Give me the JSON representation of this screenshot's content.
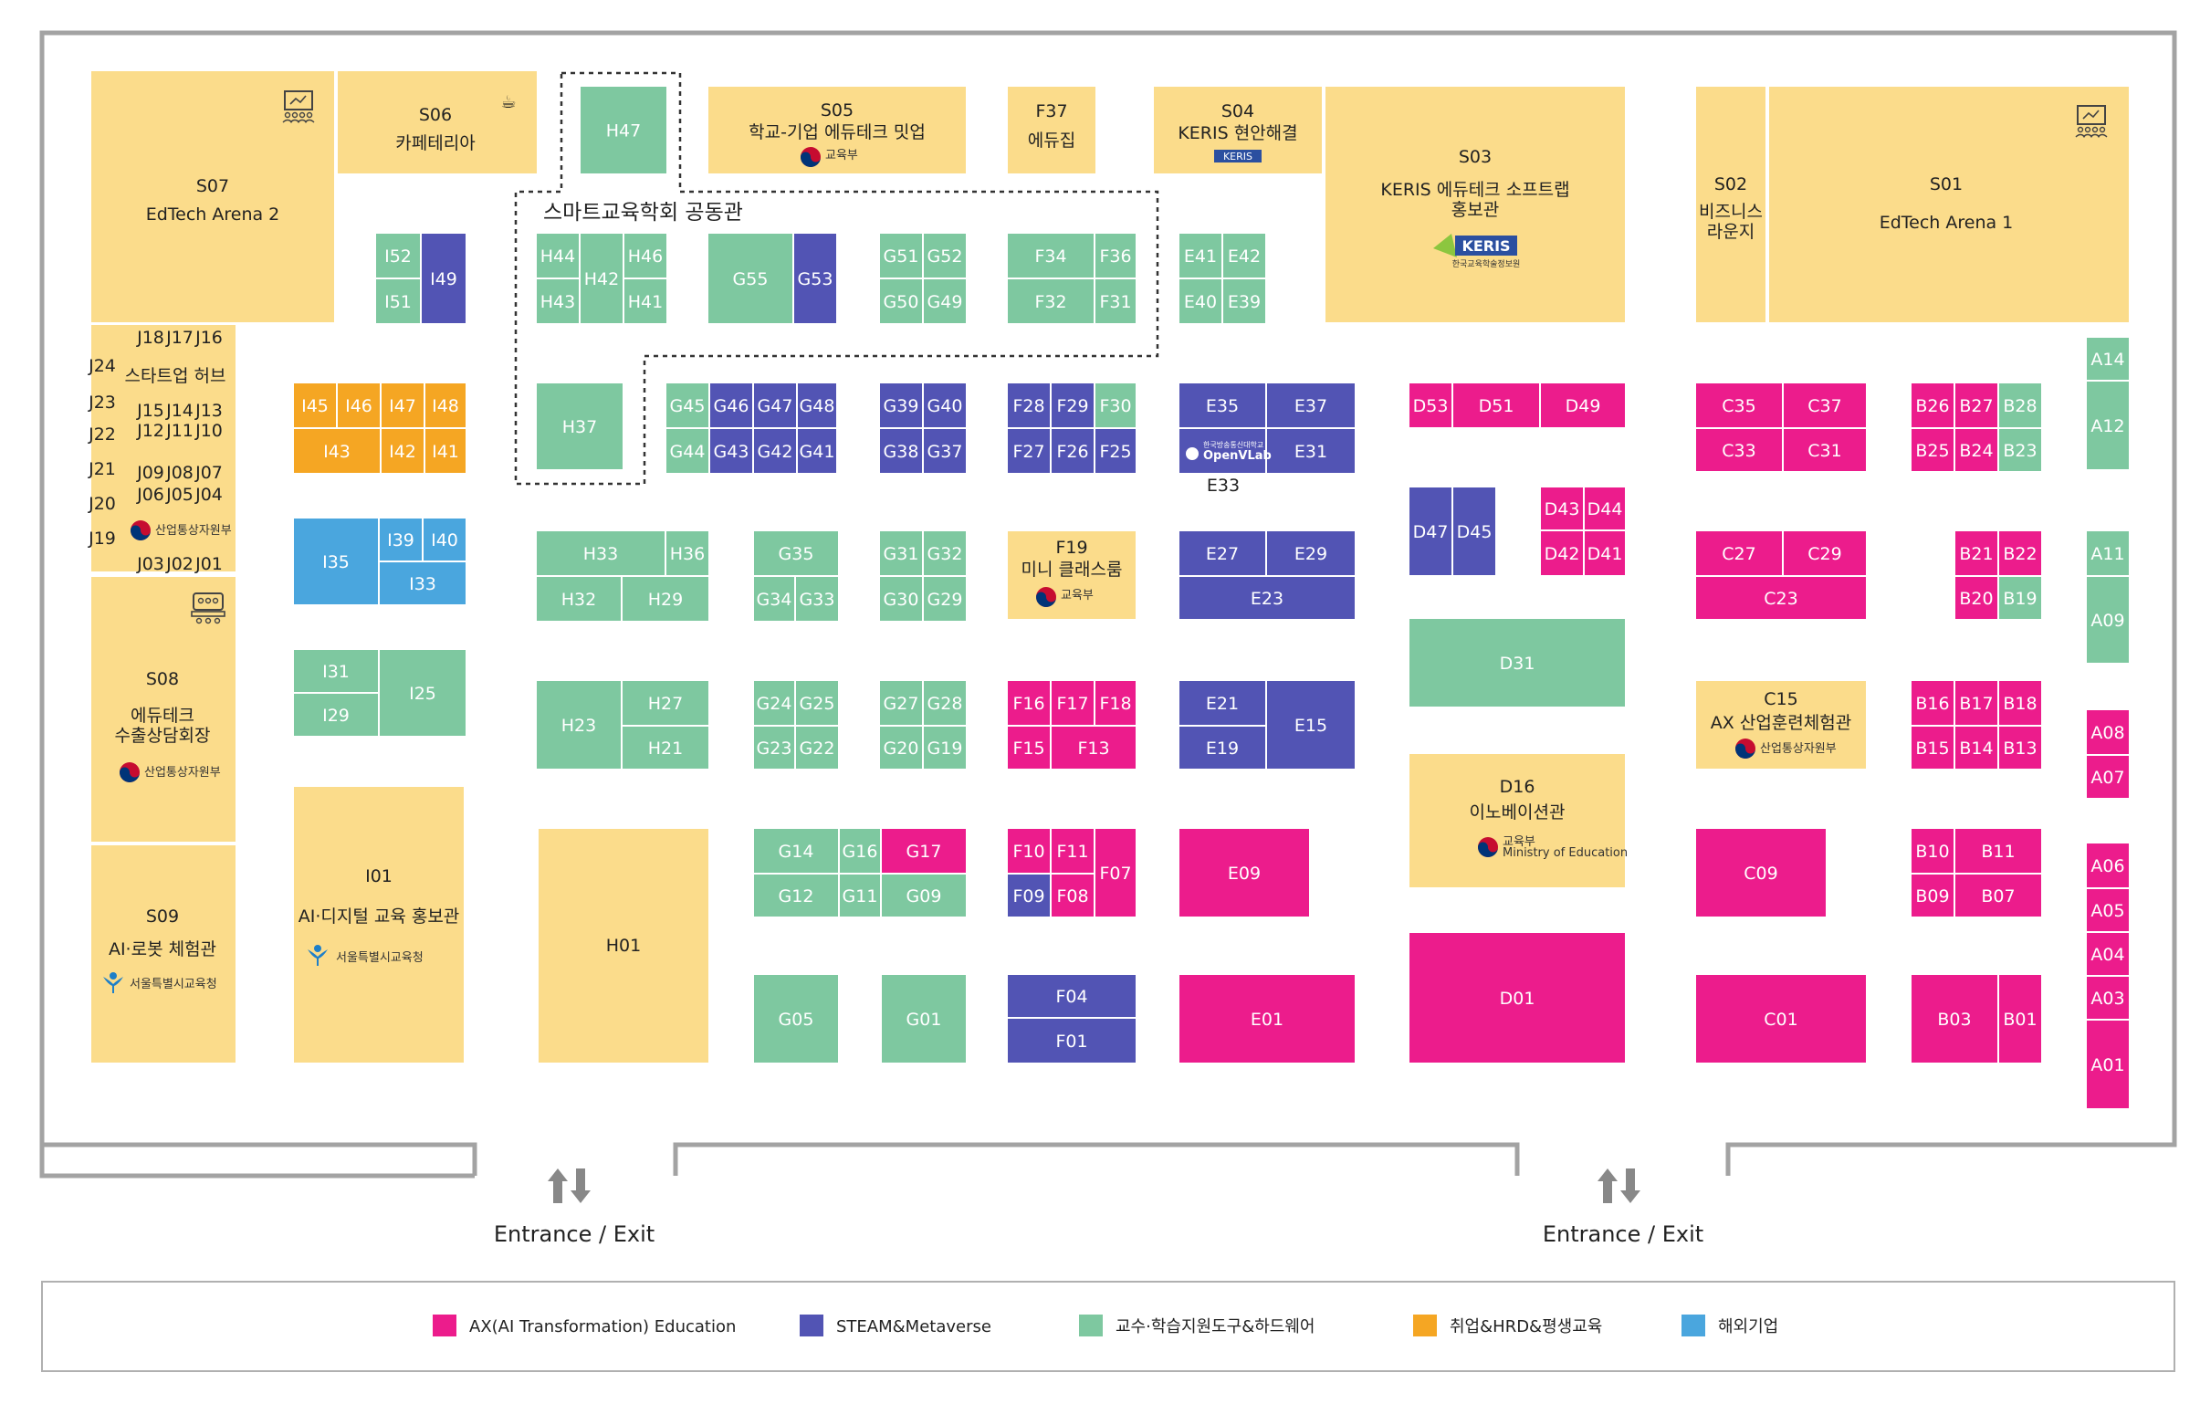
{
  "colors": {
    "ax": "#ec1c8c",
    "steam": "#5254b4",
    "teach": "#7ec8a0",
    "job": "#f5a623",
    "foreign": "#4aa6de",
    "special": "#fbdc8b",
    "wall": "#a3a3a3"
  },
  "zone_title": "스마트교육학회 공동관",
  "booths": {
    "J18": "J18",
    "J17": "J17",
    "J16": "J16",
    "J24": "J24",
    "J15": "J15",
    "J14": "J14",
    "J13": "J13",
    "J23": "J23",
    "J12": "J12",
    "J11": "J11",
    "J10": "J10",
    "J22": "J22",
    "J21": "J21",
    "J09": "J09",
    "J08": "J08",
    "J07": "J07",
    "J20": "J20",
    "J06": "J06",
    "J05": "J05",
    "J04": "J04",
    "J19": "J19",
    "J03": "J03",
    "J02": "J02",
    "J01": "J01",
    "I52": "I52",
    "I51": "I51",
    "I49": "I49",
    "I45": "I45",
    "I46": "I46",
    "I47": "I47",
    "I48": "I48",
    "I43": "I43",
    "I42": "I42",
    "I41": "I41",
    "I35": "I35",
    "I39": "I39",
    "I40": "I40",
    "I33": "I33",
    "I31": "I31",
    "I29": "I29",
    "I25": "I25",
    "H47": "H47",
    "H44": "H44",
    "H43": "H43",
    "H42": "H42",
    "H46": "H46",
    "H41": "H41",
    "H37": "H37",
    "H33": "H33",
    "H36": "H36",
    "H32": "H32",
    "H29": "H29",
    "H23": "H23",
    "H27": "H27",
    "H21": "H21",
    "H01": "H01",
    "G55": "G55",
    "G53": "G53",
    "G51": "G51",
    "G52": "G52",
    "G50": "G50",
    "G49": "G49",
    "G45": "G45",
    "G46": "G46",
    "G47": "G47",
    "G48": "G48",
    "G44": "G44",
    "G43": "G43",
    "G42": "G42",
    "G41": "G41",
    "G39": "G39",
    "G40": "G40",
    "G38": "G38",
    "G37": "G37",
    "G35": "G35",
    "G34": "G34",
    "G33": "G33",
    "G31": "G31",
    "G32": "G32",
    "G30": "G30",
    "G29": "G29",
    "G24": "G24",
    "G25": "G25",
    "G23": "G23",
    "G22": "G22",
    "G27": "G27",
    "G28": "G28",
    "G20": "G20",
    "G19": "G19",
    "G14": "G14",
    "G16": "G16",
    "G17": "G17",
    "G12": "G12",
    "G11": "G11",
    "G09": "G09",
    "G05": "G05",
    "G01": "G01",
    "F34": "F34",
    "F36": "F36",
    "F32": "F32",
    "F31": "F31",
    "F28": "F28",
    "F29": "F29",
    "F30": "F30",
    "F27": "F27",
    "F26": "F26",
    "F25": "F25",
    "F16": "F16",
    "F17": "F17",
    "F18": "F18",
    "F15": "F15",
    "F13": "F13",
    "F10": "F10",
    "F11": "F11",
    "F07": "F07",
    "F09": "F09",
    "F08": "F08",
    "F04": "F04",
    "F01": "F01",
    "E41": "E41",
    "E42": "E42",
    "E40": "E40",
    "E39": "E39",
    "E35": "E35",
    "E37": "E37",
    "E31": "E31",
    "E27": "E27",
    "E29": "E29",
    "E23": "E23",
    "E21": "E21",
    "E15": "E15",
    "E19": "E19",
    "E09": "E09",
    "E01": "E01",
    "D53": "D53",
    "D51": "D51",
    "D49": "D49",
    "D47": "D47",
    "D45": "D45",
    "D43": "D43",
    "D44": "D44",
    "D42": "D42",
    "D41": "D41",
    "D31": "D31",
    "D01": "D01",
    "C35": "C35",
    "C37": "C37",
    "C33": "C33",
    "C31": "C31",
    "C27": "C27",
    "C29": "C29",
    "C23": "C23",
    "C09": "C09",
    "C01": "C01",
    "B26": "B26",
    "B27": "B27",
    "B28": "B28",
    "B25": "B25",
    "B24": "B24",
    "B23": "B23",
    "B21": "B21",
    "B22": "B22",
    "B20": "B20",
    "B19": "B19",
    "B16": "B16",
    "B17": "B17",
    "B18": "B18",
    "B15": "B15",
    "B14": "B14",
    "B13": "B13",
    "B10": "B10",
    "B11": "B11",
    "B09": "B09",
    "B07": "B07",
    "B03": "B03",
    "B01": "B01",
    "A14": "A14",
    "A12": "A12",
    "A11": "A11",
    "A09": "A09",
    "A08": "A08",
    "A07": "A07",
    "A06": "A06",
    "A05": "A05",
    "A04": "A04",
    "A03": "A03",
    "A01": "A01",
    "E33": "E33"
  },
  "special": {
    "S07": {
      "code": "S07",
      "name": "EdTech Arena 2"
    },
    "S06": {
      "code": "S06",
      "name": "카페테리아"
    },
    "S05": {
      "code": "S05",
      "name": "학교-기업 에듀테크 밋업"
    },
    "F37": {
      "code": "F37",
      "name": "에듀집"
    },
    "S04": {
      "code": "S04",
      "name": "KERIS 현안해결"
    },
    "S03": {
      "code": "S03",
      "name1": "KERIS 에듀테크 소프트랩",
      "name2": "홍보관"
    },
    "S02": {
      "code": "S02",
      "name1": "비즈니스",
      "name2": "라운지"
    },
    "S01": {
      "code": "S01",
      "name": "EdTech Arena 1"
    },
    "J_hub": {
      "name": "스타트업 허브"
    },
    "S08": {
      "code": "S08",
      "name1": "에듀테크",
      "name2": "수출상담회장"
    },
    "S09": {
      "code": "S09",
      "name": "AI·로봇 체험관"
    },
    "I01": {
      "code": "I01",
      "name": "AI·디지털 교육 홍보관"
    },
    "F19": {
      "code": "F19",
      "name": "미니 클래스룸"
    },
    "C15": {
      "code": "C15",
      "name": "AX 산업훈련체험관"
    },
    "D16": {
      "code": "D16",
      "name": "이노베이션관"
    }
  },
  "logos": {
    "moe": "교육부",
    "moe_en": "Ministry of Education",
    "motie": "산업통상자원부",
    "seoul": "서울특별시교육청",
    "keris": "KERIS",
    "keris_sub": "한국교육학술정보원",
    "openvlab": "OpenVLab",
    "openvlab_sub": "한국방송통신대학교"
  },
  "entrances": [
    "Entrance / Exit",
    "Entrance / Exit"
  ],
  "legend": [
    {
      "label": "AX(AI Transformation) Education",
      "color": "#ec1c8c"
    },
    {
      "label": "STEAM&Metaverse",
      "color": "#5254b4"
    },
    {
      "label": "교수·학습지원도구&하드웨어",
      "color": "#7ec8a0"
    },
    {
      "label": "취업&HRD&평생교육",
      "color": "#f5a623"
    },
    {
      "label": "해외기업",
      "color": "#4aa6de"
    }
  ]
}
